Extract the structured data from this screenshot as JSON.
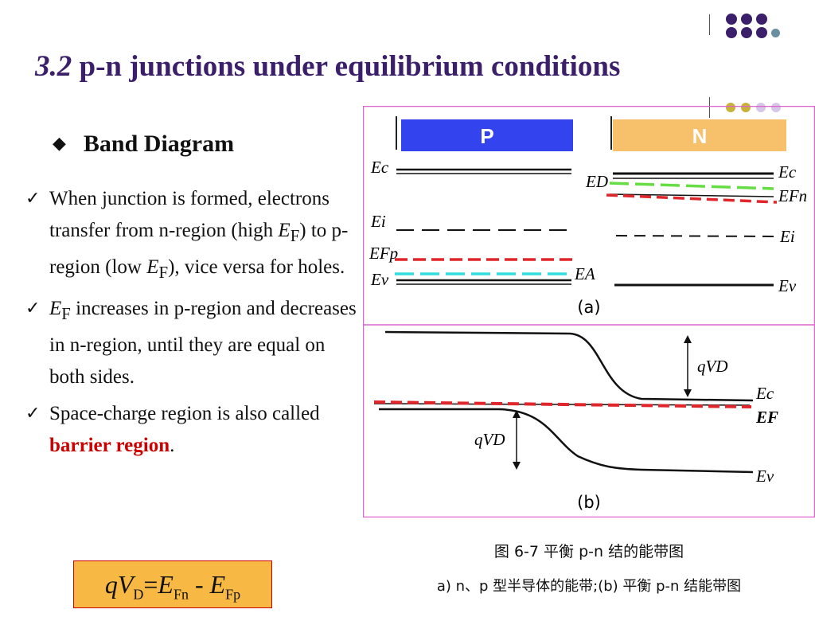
{
  "title": {
    "number": "3.2",
    "text": "p-n junctions under equilibrium conditions"
  },
  "section": {
    "bullet_glyph": "◆",
    "heading": "Band Diagram"
  },
  "bullets": [
    {
      "check": "✓",
      "p1": "When junction is formed, electrons transfer from n-region (high ",
      "v1": "E",
      "s1": "F",
      "p2": ") to p-region (low ",
      "v2": "E",
      "s2": "F",
      "p3": "), vice versa for holes."
    },
    {
      "check": "✓",
      "v1": "E",
      "s1": "F",
      "p1": " increases in p-region and decreases in n-region, until they are equal on both sides."
    },
    {
      "check": "✓",
      "p1": " Space-charge region is also called ",
      "em": "barrier region",
      "p2": "."
    }
  ],
  "formula": {
    "q": "qV",
    "q_sub": "D",
    "eq": "=",
    "e1": "E",
    "e1_sub": "Fn",
    "minus": " - ",
    "e2": "E",
    "e2_sub": "Fp"
  },
  "figure": {
    "p_label": "P",
    "n_label": "N",
    "p_levels": {
      "ec": "Ec",
      "ei": "Ei",
      "ef": "EFp",
      "ev": "Ev",
      "ea": "EA"
    },
    "n_levels": {
      "ed": "ED",
      "ec": "Ec",
      "ef": "EFn",
      "ei": "Ei",
      "ev": "Ev"
    },
    "panel_a_label": "(a)",
    "eq_levels": {
      "ec": "Ec",
      "ef": "EF",
      "ev": "Ev",
      "qvd_top": "qVD",
      "qvd_bottom": "qVD"
    },
    "panel_b_label": "(b)"
  },
  "captions": {
    "line1": "图 6-7 平衡 p-n 结的能带图",
    "line2": "a) n、p 型半导体的能带;(b) 平衡 p-n 结能带图"
  },
  "colors": {
    "title": "#3b1f6b",
    "p_box": "#3344ee",
    "n_box": "#f7c06b",
    "fermi_dash": "#e0262a",
    "ed_dash": "#66dd44",
    "ea_dash": "#33dddd",
    "frame": "#dd66cc",
    "formula_bg": "#f7b944"
  }
}
